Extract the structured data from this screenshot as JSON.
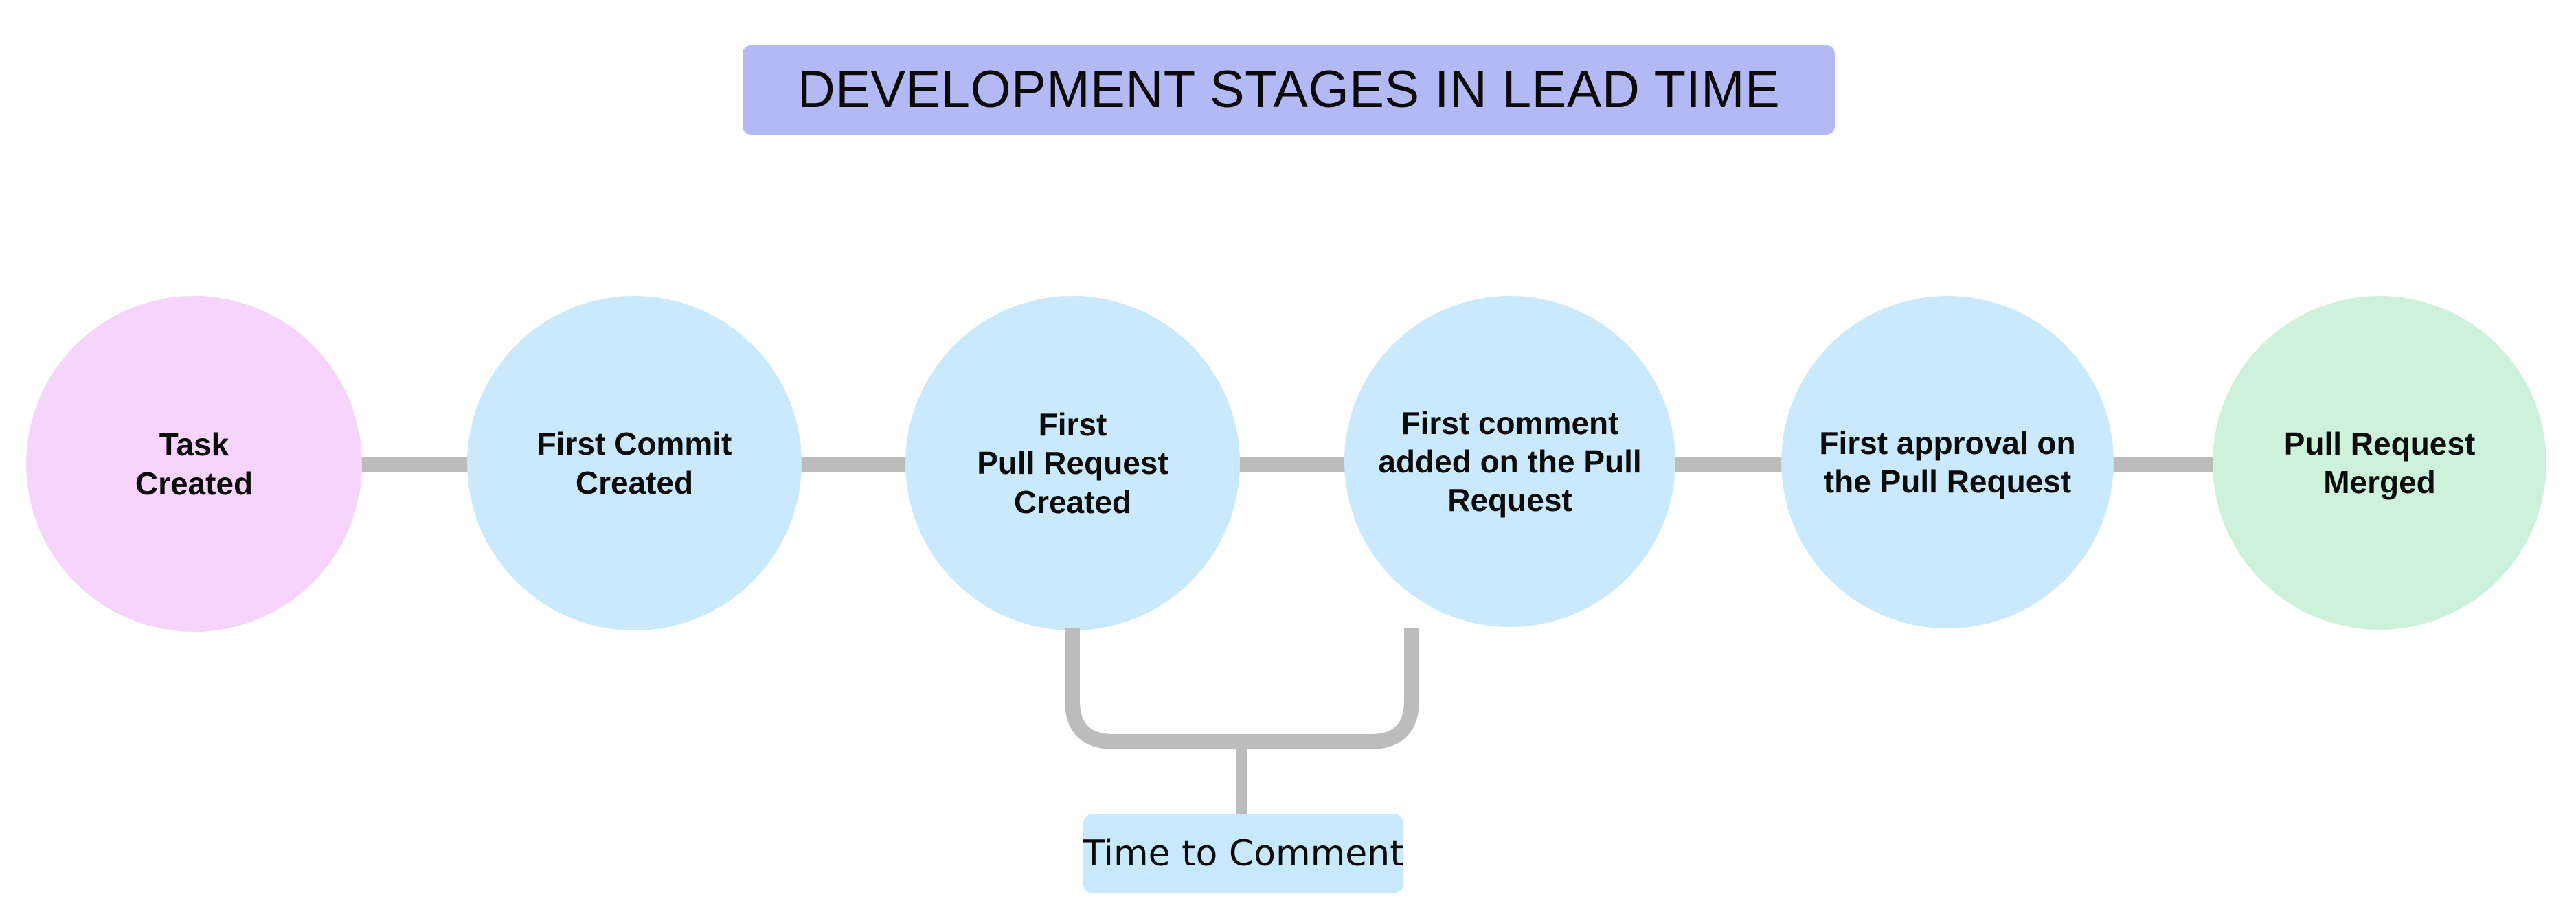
{
  "diagram": {
    "title": "DEVELOPMENT STAGES IN LEAD TIME",
    "title_bg_color": "#b3b9f5",
    "connector_color": "#bcbcbc",
    "canvas_bg_color": "#ffffff",
    "nodes": [
      {
        "id": "task-created",
        "label": "Task\nCreated",
        "fill_color": "#f6d4fb",
        "shape": "circle"
      },
      {
        "id": "first-commit-created",
        "label": "First Commit\nCreated",
        "fill_color": "#cbe9fc",
        "shape": "circle"
      },
      {
        "id": "first-pull-request-created",
        "label": "First\nPull Request\nCreated",
        "fill_color": "#cbe9fc",
        "shape": "circle"
      },
      {
        "id": "first-comment-added",
        "label": "First comment\nadded on the Pull\nRequest",
        "fill_color": "#cbe9fc",
        "shape": "circle"
      },
      {
        "id": "first-approval",
        "label": "First approval on\nthe Pull Request",
        "fill_color": "#cbe9fc",
        "shape": "circle"
      },
      {
        "id": "pull-request-merged",
        "label": "Pull Request\nMerged",
        "fill_color": "#cdf2d9",
        "shape": "circle"
      }
    ],
    "annotation": {
      "label": "Time to Comment",
      "bg_color": "#c8e8fb",
      "spans_from": "first-pull-request-created",
      "spans_to": "first-comment-added"
    }
  }
}
